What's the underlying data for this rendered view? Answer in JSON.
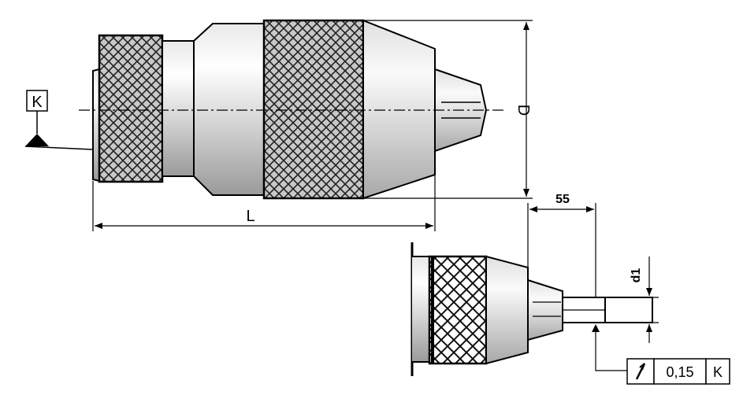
{
  "drawing": {
    "datum_label": "K",
    "dimension_length": "L",
    "dimension_diameter": "D",
    "dimension_offset": "55",
    "dimension_bore": "d1",
    "tolerance": {
      "symbol": "runout",
      "value": "0,15",
      "datum": "K"
    }
  }
}
